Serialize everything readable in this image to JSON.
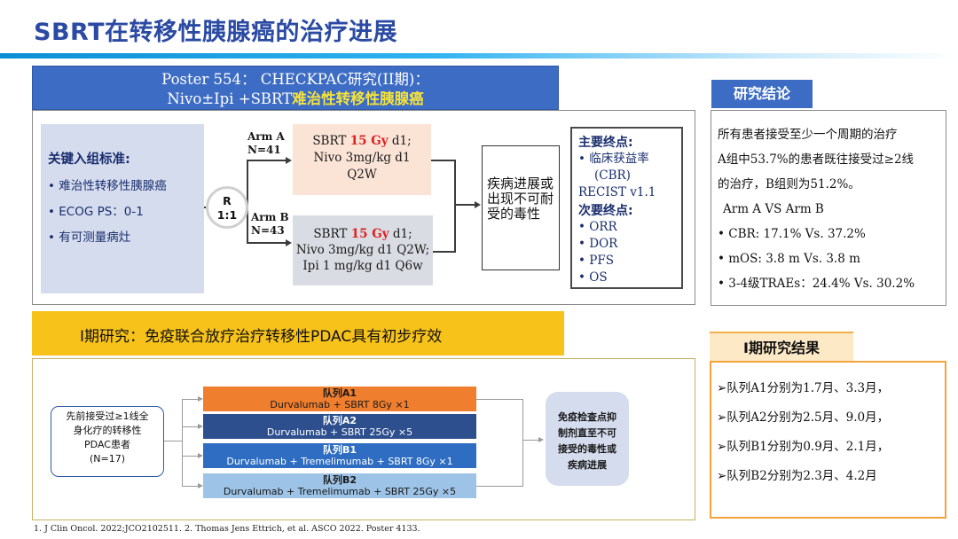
{
  "title": "SBRT在转移性胰腺癌的治疗进展",
  "poster": {
    "line1": "Poster 554： CHECKPAC研究(II期)：",
    "line2_prefix": "Nivo±Ipi +SBRT",
    "line2_highlight": "难治性转移性胰腺癌"
  },
  "criteria": {
    "title": "关键入组标准:",
    "items": [
      "• 难治性转移性胰腺癌",
      "• ECOG PS：0-1",
      "• 有可测量病灶"
    ]
  },
  "randomization": {
    "line1": "R",
    "line2": "1:1"
  },
  "arm_a": {
    "label": "Arm A",
    "n": "N=41",
    "line1_pre": "SBRT ",
    "dose": "15 Gy",
    "line1_post": " d1;",
    "line2": "Nivo 3mg/kg d1",
    "line3": "Q2W"
  },
  "arm_b": {
    "label": "Arm B",
    "n": "N=43",
    "line1_pre": "SBRT ",
    "dose": "15 Gy",
    "line1_post": " d1;",
    "line2": "Nivo 3mg/kg d1 Q2W;",
    "line3": "Ipi 1 mg/kg d1 Q6w"
  },
  "outcome_text": "疾病进展或出现不可耐受的毒性",
  "endpoints": {
    "primary_title": "主要终点:",
    "primary_item": "• 临床获益率",
    "primary_item2": "(CBR)",
    "primary_item3": "RECIST v1.1",
    "secondary_title": "次要终点:",
    "secondary_items": [
      "• ORR",
      "• DOR",
      "• PFS",
      "• OS"
    ]
  },
  "conclusion": {
    "tab": "研究结论",
    "lines": [
      "所有患者接受至少一个周期的治疗",
      "A组中53.7%的患者既往接受过≥2线",
      "的治疗，B组则为51.2%。",
      "Arm A VS Arm B",
      "• CBR:  17.1% Vs.  37.2%",
      "• mOS:  3.8 m  Vs.  3.8 m",
      "• 3-4级TRAEs：24.4%  Vs.  30.2%"
    ]
  },
  "phase1": {
    "header": "I期研究：免疫联合放疗治疗转移性PDAC具有初步疗效",
    "patient_box": [
      "先前接受过≥1线全",
      "身化疗的转移性",
      "PDAC患者",
      "(N=17)"
    ],
    "cohorts": [
      {
        "name": "队列A1",
        "regimen": "Durvalumab + SBRT 8Gy ×1"
      },
      {
        "name": "队列A2",
        "regimen": "Durvalumab + SBRT 25Gy ×5"
      },
      {
        "name": "队列B1",
        "regimen": "Durvalumab + Tremelimumab + SBRT 8Gy ×1"
      },
      {
        "name": "队列B2",
        "regimen": "Durvalumab + Tremelimumab + SBRT 25Gy ×5"
      }
    ],
    "checkpoint_box": [
      "免疫检查点抑",
      "制剂直至不可",
      "接受的毒性或",
      "疾病进展"
    ]
  },
  "results": {
    "tab": "I期研究结果",
    "lines": [
      "➢队列A1分别为1.7月、3.3月，",
      "➢队列A2分别为2.5月、9.0月，",
      "➢队列B1分别为0.9月、2.1月，",
      "➢队列B2分别为2.3月、4.2月"
    ]
  },
  "footnote": "1. J Clin Oncol. 2022;JCO2102511.   2. Thomas Jens Ettrich, et al. ASCO 2022. Poster 4133.",
  "colors": {
    "title_blue": "#2b4aa3",
    "header_blue": "#3d6cc4",
    "highlight_yellow": "#f5e23c",
    "dose_red": "#e02020",
    "phase_yellow": "#f7c21a",
    "cohort_a1": "#ef7e2f",
    "cohort_a2": "#2d4f8e",
    "cohort_b1": "#2e6dc2",
    "cohort_b2": "#9dc3e6"
  }
}
